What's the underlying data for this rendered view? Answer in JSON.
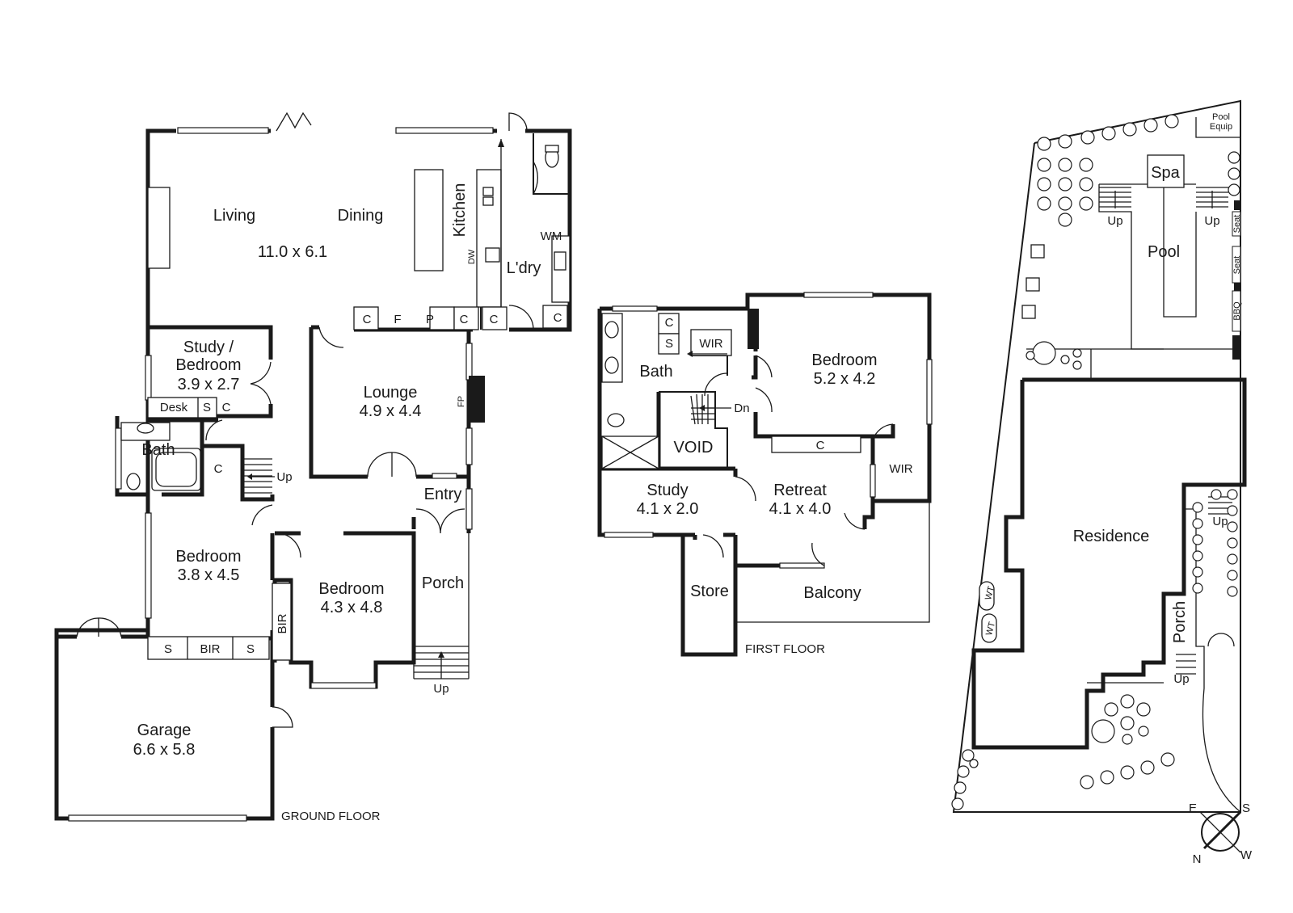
{
  "ground_floor": {
    "title": "GROUND FLOOR",
    "rooms": {
      "living": "Living",
      "dining": "Dining",
      "living_dining_size": "11.0 x 6.1",
      "kitchen": "Kitchen",
      "laundry": "L'dry",
      "wm": "WM",
      "dw": "DW",
      "study_title1": "Study /",
      "study_title2": "Bedroom",
      "study_size": "3.9 x 2.7",
      "lounge": "Lounge",
      "lounge_size": "4.9 x 4.4",
      "fp": "FP",
      "bath": "Bath",
      "desk": "Desk",
      "bedroom_left": "Bedroom",
      "bedroom_left_size": "3.8 x 4.5",
      "bedroom_mid": "Bedroom",
      "bedroom_mid_size": "4.3 x 4.8",
      "entry": "Entry",
      "porch": "Porch",
      "bir": "BIR",
      "garage": "Garage",
      "garage_size": "6.6 x 5.8",
      "up": "Up",
      "c": "C",
      "s": "S",
      "f": "F",
      "p": "P"
    }
  },
  "first_floor": {
    "title": "FIRST FLOOR",
    "rooms": {
      "bath": "Bath",
      "wir": "WIR",
      "bedroom": "Bedroom",
      "bedroom_size": "5.2 x 4.2",
      "void": "VOID",
      "dn": "Dn",
      "study": "Study",
      "study_size": "4.1 x 2.0",
      "retreat": "Retreat",
      "retreat_size": "4.1 x 4.0",
      "store": "Store",
      "balcony": "Balcony",
      "c": "C",
      "s": "S"
    }
  },
  "site": {
    "spa": "Spa",
    "pool": "Pool",
    "pool_equip1": "Pool",
    "pool_equip2": "Equip",
    "seat": "Seat",
    "bbq": "BBQ",
    "residence": "Residence",
    "porch": "Porch",
    "wt": "WT",
    "up": "Up"
  },
  "compass": {
    "e": "E",
    "s": "S",
    "n": "N",
    "w": "W"
  }
}
